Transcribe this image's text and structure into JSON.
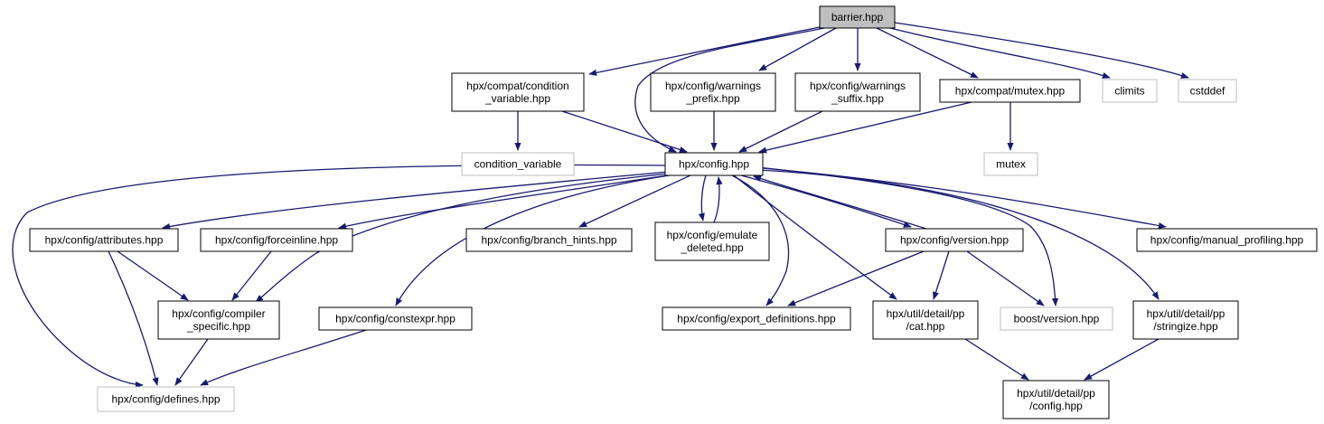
{
  "graph": {
    "root": "barrier.hpp",
    "nodes": [
      {
        "id": "barrier",
        "lines": [
          "barrier.hpp"
        ],
        "style": "root"
      },
      {
        "id": "cond_var_hpp",
        "lines": [
          "hpx/compat/condition",
          "_variable.hpp"
        ],
        "style": "normal"
      },
      {
        "id": "warn_prefix",
        "lines": [
          "hpx/config/warnings",
          "_prefix.hpp"
        ],
        "style": "normal"
      },
      {
        "id": "warn_suffix",
        "lines": [
          "hpx/config/warnings",
          "_suffix.hpp"
        ],
        "style": "normal"
      },
      {
        "id": "compat_mutex",
        "lines": [
          "hpx/compat/mutex.hpp"
        ],
        "style": "normal"
      },
      {
        "id": "climits",
        "lines": [
          "climits"
        ],
        "style": "external"
      },
      {
        "id": "cstddef",
        "lines": [
          "cstddef"
        ],
        "style": "external"
      },
      {
        "id": "condition_variable",
        "lines": [
          "condition_variable"
        ],
        "style": "external"
      },
      {
        "id": "config",
        "lines": [
          "hpx/config.hpp"
        ],
        "style": "normal"
      },
      {
        "id": "mutex",
        "lines": [
          "mutex"
        ],
        "style": "external"
      },
      {
        "id": "attributes",
        "lines": [
          "hpx/config/attributes.hpp"
        ],
        "style": "normal"
      },
      {
        "id": "forceinline",
        "lines": [
          "hpx/config/forceinline.hpp"
        ],
        "style": "normal"
      },
      {
        "id": "branch_hints",
        "lines": [
          "hpx/config/branch_hints.hpp"
        ],
        "style": "normal"
      },
      {
        "id": "emulate_deleted",
        "lines": [
          "hpx/config/emulate",
          "_deleted.hpp"
        ],
        "style": "normal"
      },
      {
        "id": "version",
        "lines": [
          "hpx/config/version.hpp"
        ],
        "style": "normal"
      },
      {
        "id": "manual_profiling",
        "lines": [
          "hpx/config/manual_profiling.hpp"
        ],
        "style": "normal"
      },
      {
        "id": "compiler_specific",
        "lines": [
          "hpx/config/compiler",
          "_specific.hpp"
        ],
        "style": "normal"
      },
      {
        "id": "constexpr",
        "lines": [
          "hpx/config/constexpr.hpp"
        ],
        "style": "normal"
      },
      {
        "id": "export_definitions",
        "lines": [
          "hpx/config/export_definitions.hpp"
        ],
        "style": "normal"
      },
      {
        "id": "pp_cat",
        "lines": [
          "hpx/util/detail/pp",
          "/cat.hpp"
        ],
        "style": "normal"
      },
      {
        "id": "boost_version",
        "lines": [
          "boost/version.hpp"
        ],
        "style": "external"
      },
      {
        "id": "pp_stringize",
        "lines": [
          "hpx/util/detail/pp",
          "/stringize.hpp"
        ],
        "style": "normal"
      },
      {
        "id": "defines",
        "lines": [
          "hpx/config/defines.hpp"
        ],
        "style": "external"
      },
      {
        "id": "pp_config",
        "lines": [
          "hpx/util/detail/pp",
          "/config.hpp"
        ],
        "style": "normal"
      }
    ],
    "edges": [
      {
        "from": "barrier",
        "to": "cond_var_hpp"
      },
      {
        "from": "barrier",
        "to": "config"
      },
      {
        "from": "barrier",
        "to": "warn_prefix"
      },
      {
        "from": "barrier",
        "to": "warn_suffix"
      },
      {
        "from": "barrier",
        "to": "compat_mutex"
      },
      {
        "from": "barrier",
        "to": "climits"
      },
      {
        "from": "barrier",
        "to": "cstddef"
      },
      {
        "from": "cond_var_hpp",
        "to": "condition_variable"
      },
      {
        "from": "cond_var_hpp",
        "to": "config"
      },
      {
        "from": "warn_prefix",
        "to": "config"
      },
      {
        "from": "warn_suffix",
        "to": "config"
      },
      {
        "from": "compat_mutex",
        "to": "config"
      },
      {
        "from": "compat_mutex",
        "to": "mutex"
      },
      {
        "from": "config",
        "to": "attributes"
      },
      {
        "from": "config",
        "to": "forceinline"
      },
      {
        "from": "config",
        "to": "branch_hints"
      },
      {
        "from": "config",
        "to": "emulate_deleted"
      },
      {
        "from": "emulate_deleted",
        "to": "config"
      },
      {
        "from": "config",
        "to": "version"
      },
      {
        "from": "version",
        "to": "config"
      },
      {
        "from": "config",
        "to": "manual_profiling"
      },
      {
        "from": "config",
        "to": "defines"
      },
      {
        "from": "config",
        "to": "compiler_specific"
      },
      {
        "from": "config",
        "to": "constexpr"
      },
      {
        "from": "config",
        "to": "export_definitions"
      },
      {
        "from": "config",
        "to": "pp_cat"
      },
      {
        "from": "config",
        "to": "boost_version"
      },
      {
        "from": "config",
        "to": "pp_stringize"
      },
      {
        "from": "attributes",
        "to": "compiler_specific"
      },
      {
        "from": "attributes",
        "to": "defines"
      },
      {
        "from": "forceinline",
        "to": "compiler_specific"
      },
      {
        "from": "compiler_specific",
        "to": "defines"
      },
      {
        "from": "constexpr",
        "to": "defines"
      },
      {
        "from": "version",
        "to": "export_definitions"
      },
      {
        "from": "version",
        "to": "pp_cat"
      },
      {
        "from": "version",
        "to": "boost_version"
      },
      {
        "from": "pp_cat",
        "to": "pp_config"
      },
      {
        "from": "pp_stringize",
        "to": "pp_config"
      }
    ]
  },
  "colors": {
    "edge": "#191970",
    "node_border": "#000000",
    "external_border": "#bfbfbf",
    "root_fill": "#bfbfbf",
    "node_fill": "#ffffff"
  }
}
